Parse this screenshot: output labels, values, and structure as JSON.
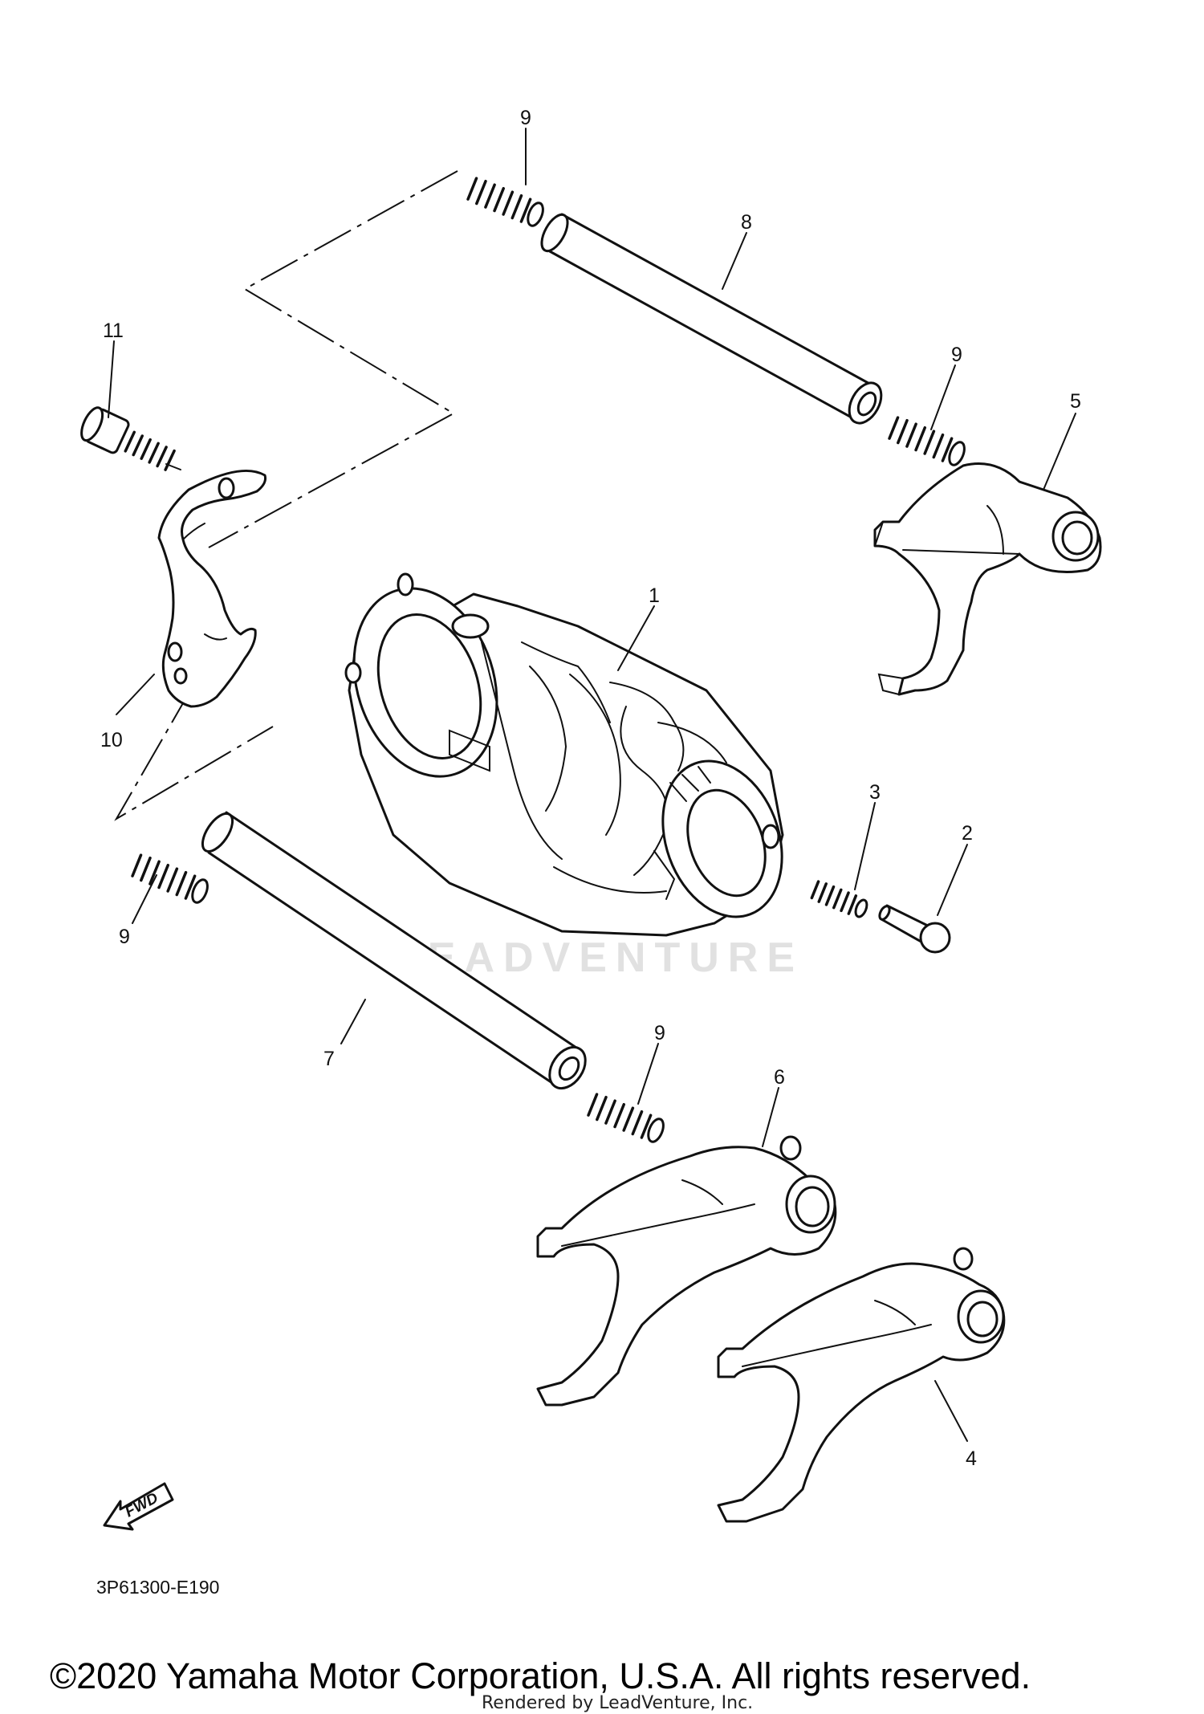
{
  "diagram": {
    "callouts": [
      {
        "id": "1",
        "text": "1"
      },
      {
        "id": "2",
        "text": "2"
      },
      {
        "id": "3",
        "text": "3"
      },
      {
        "id": "4",
        "text": "4"
      },
      {
        "id": "5",
        "text": "5"
      },
      {
        "id": "6",
        "text": "6"
      },
      {
        "id": "7",
        "text": "7"
      },
      {
        "id": "8",
        "text": "8"
      },
      {
        "id": "9a",
        "text": "9"
      },
      {
        "id": "9b",
        "text": "9"
      },
      {
        "id": "9c",
        "text": "9"
      },
      {
        "id": "9d",
        "text": "9"
      },
      {
        "id": "10",
        "text": "10"
      },
      {
        "id": "11",
        "text": "11"
      }
    ],
    "diagram_code": "3P61300-E190",
    "fwd_label": "FWD",
    "watermark": "LEADVENTURE"
  },
  "footer": {
    "copyright": "©2020 Yamaha Motor Corporation, U.S.A. All rights reserved.",
    "rendered_by": "Rendered by LeadVenture, Inc."
  }
}
